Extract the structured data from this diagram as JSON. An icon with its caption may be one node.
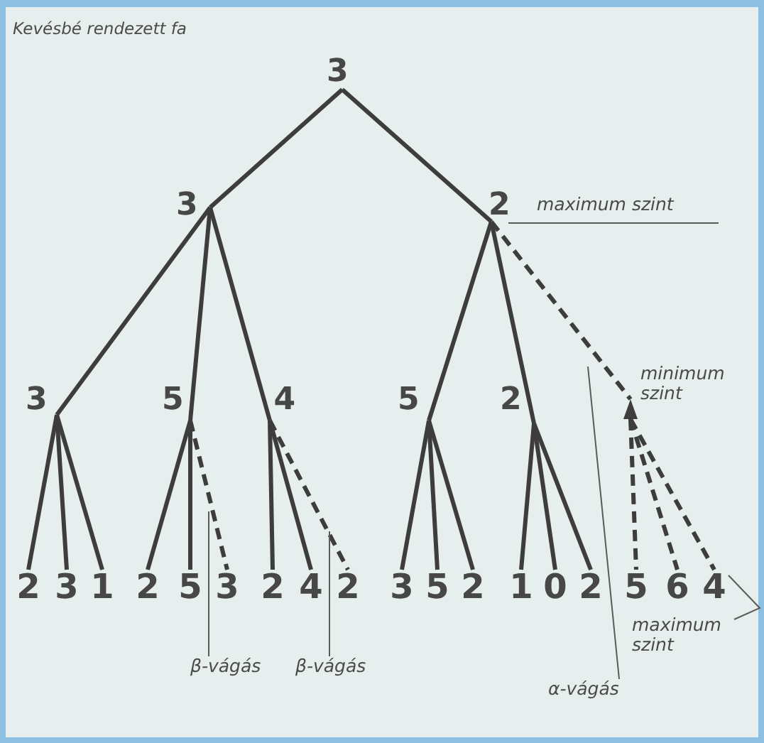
{
  "diagram": {
    "title": "Kevésbé rendezett fa",
    "nodes": [
      {
        "text": [
          "3"
        ]
      },
      {
        "text": [
          "3"
        ]
      },
      {
        "text": [
          "2"
        ]
      },
      {
        "text": [
          "3"
        ]
      },
      {
        "text": [
          "5"
        ]
      },
      {
        "text": [
          "4"
        ]
      },
      {
        "text": [
          "5"
        ]
      },
      {
        "text": [
          "2"
        ]
      },
      {
        "text": [],
        "shape": "dot"
      },
      {
        "text": [
          "2"
        ]
      },
      {
        "text": [
          "3"
        ]
      },
      {
        "text": [
          "1"
        ]
      },
      {
        "text": [
          "2"
        ]
      },
      {
        "text": [
          "5"
        ]
      },
      {
        "text": [
          "3"
        ]
      },
      {
        "text": [
          "2"
        ]
      },
      {
        "text": [
          "4"
        ]
      },
      {
        "text": [
          "2"
        ]
      },
      {
        "text": [
          "3"
        ]
      },
      {
        "text": [
          "5"
        ]
      },
      {
        "text": [
          "2"
        ]
      },
      {
        "text": [
          "1"
        ]
      },
      {
        "text": [
          "0"
        ]
      },
      {
        "text": [
          "2"
        ]
      },
      {
        "text": [
          "5"
        ]
      },
      {
        "text": [
          "6"
        ]
      },
      {
        "text": [
          "4"
        ]
      },
      {
        "text": [
          "β-vágás"
        ]
      },
      {
        "text": [
          "β-vágás"
        ]
      },
      {
        "text": [
          "α-vágás"
        ]
      },
      {
        "text": [
          "maximum szint"
        ]
      }
    ],
    "edges": [
      {
        "from": 0,
        "to": 1,
        "arrow": "none"
      },
      {
        "from": 0,
        "to": 2,
        "arrow": "none"
      },
      {
        "from": 1,
        "to": 3,
        "arrow": "none"
      },
      {
        "from": 1,
        "to": 4,
        "arrow": "none"
      },
      {
        "from": 1,
        "to": 5,
        "arrow": "none"
      },
      {
        "from": 2,
        "to": 6,
        "arrow": "none"
      },
      {
        "from": 2,
        "to": 7,
        "arrow": "none"
      },
      {
        "from": 2,
        "to": 8,
        "arrow": "none",
        "style": "dashed"
      },
      {
        "from": 3,
        "to": 9,
        "arrow": "none"
      },
      {
        "from": 3,
        "to": 10,
        "arrow": "none"
      },
      {
        "from": 3,
        "to": 11,
        "arrow": "none"
      },
      {
        "from": 4,
        "to": 12,
        "arrow": "none"
      },
      {
        "from": 4,
        "to": 13,
        "arrow": "none"
      },
      {
        "from": 4,
        "to": 14,
        "arrow": "none",
        "style": "dashed"
      },
      {
        "from": 5,
        "to": 15,
        "arrow": "none"
      },
      {
        "from": 5,
        "to": 16,
        "arrow": "none"
      },
      {
        "from": 5,
        "to": 17,
        "arrow": "none",
        "style": "dashed"
      },
      {
        "from": 6,
        "to": 18,
        "arrow": "none"
      },
      {
        "from": 6,
        "to": 19,
        "arrow": "none"
      },
      {
        "from": 6,
        "to": 20,
        "arrow": "none"
      },
      {
        "from": 7,
        "to": 21,
        "arrow": "none"
      },
      {
        "from": 7,
        "to": 22,
        "arrow": "none"
      },
      {
        "from": 7,
        "to": 23,
        "arrow": "none"
      },
      {
        "from": 8,
        "to": 24,
        "arrow": "none",
        "style": "dashed"
      },
      {
        "from": 8,
        "to": 25,
        "arrow": "none",
        "style": "dashed"
      },
      {
        "from": 8,
        "to": 26,
        "arrow": "none",
        "style": "dashed"
      },
      {
        "from": 27,
        "to": null,
        "arrow": "none"
      },
      {
        "from": 28,
        "to": null,
        "arrow": "none"
      },
      {
        "from": 29,
        "to": null,
        "arrow": "none"
      },
      {
        "from": 30,
        "to": 26,
        "arrow": "none"
      }
    ],
    "labels": [
      "maximum szint",
      "minimum szint"
    ]
  }
}
